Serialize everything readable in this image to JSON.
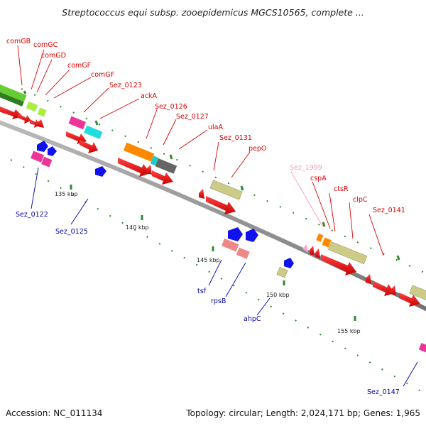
{
  "title": "Streptococcus equi subsp. zooepidemicus MGCS10565, complete ...",
  "footer": {
    "accession": "Accession: NC_011134",
    "summary": "Topology: circular; Length: 2,024,171 bp; Genes: 1,965"
  },
  "ruler": [
    "135 kbp",
    "140 kbp",
    "145 kbp",
    "150 kbp",
    "155 kbp"
  ],
  "genes_top": [
    "comGB",
    "comGC",
    "comGD",
    "comGF",
    "comGF",
    "Sez_0123",
    "ackA",
    "Sez_0126",
    "Sez_0127",
    "ulaA",
    "Sez_0131",
    "pepO",
    "Sez_1999",
    "cspA",
    "ctsR",
    "clpC",
    "Sez_0141"
  ],
  "genes_bottom": [
    "Sez_0122",
    "Sez_0125",
    "tsf",
    "rpsB",
    "ahpC",
    "Sez_0147"
  ],
  "colors": {
    "forward_label": "#dd0000",
    "reverse_label": "#0000aa",
    "rna_label": "#ff99bb",
    "backbone": "#8a8a8a",
    "tick": "#2e8b2e"
  }
}
